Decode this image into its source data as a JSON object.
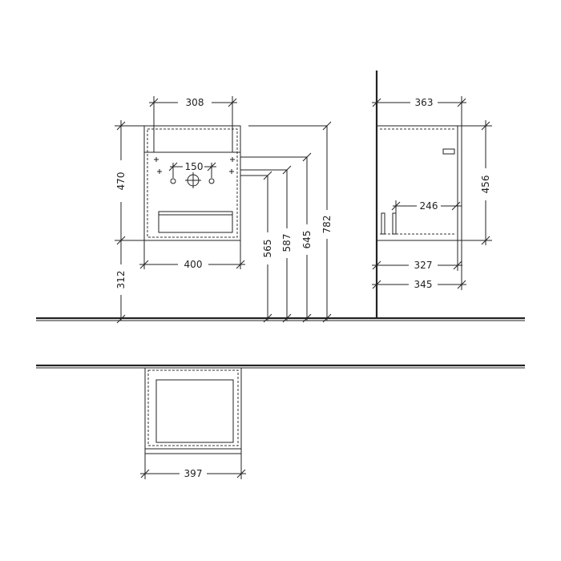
{
  "dimensions": {
    "front_top_width": "308",
    "front_hole_spacing": "150",
    "front_height": "470",
    "front_bottom_width": "400",
    "floor_clearance": "312",
    "height_565": "565",
    "height_587": "587",
    "height_645": "645",
    "height_782": "782",
    "side_top_depth": "363",
    "side_height": "456",
    "side_inner_depth": "246",
    "side_depth_327": "327",
    "side_depth_345": "345",
    "plan_width": "397"
  }
}
